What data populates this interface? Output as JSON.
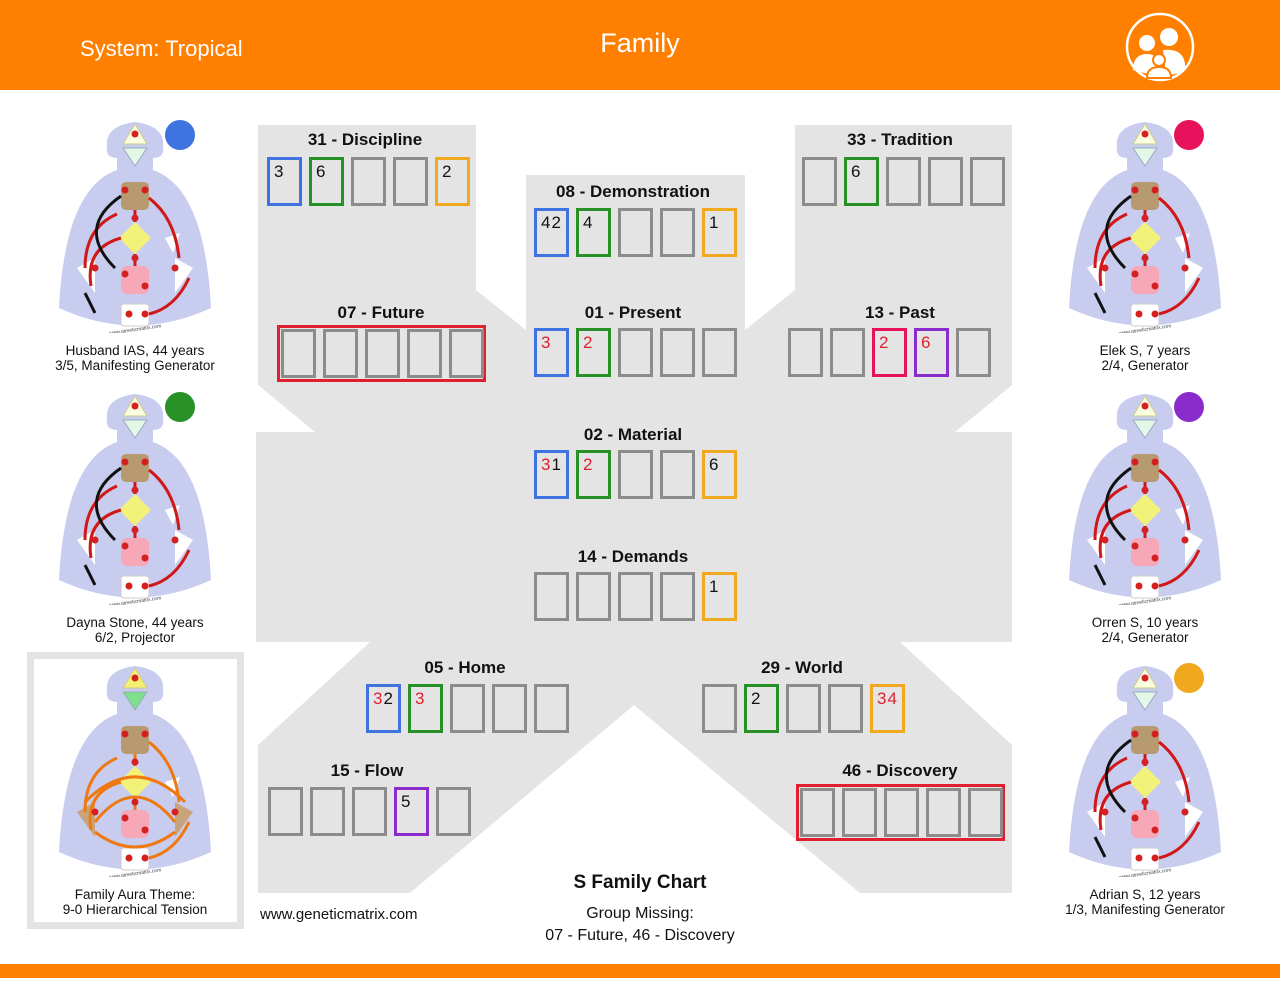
{
  "header": {
    "system": "System: Tropical",
    "title": "Family",
    "icon": "family-icon"
  },
  "colors": {
    "brand": "#ff8000",
    "blue": "#3f74e0",
    "green": "#279127",
    "orange": "#f0a81e",
    "pink": "#e8125c",
    "purple": "#8a2bcc",
    "red": "#e0202e",
    "gray": "#8c8c8c"
  },
  "groups": [
    {
      "label": "31 - Discipline",
      "missing": false,
      "cells": [
        {
          "c": "blue",
          "v": [
            [
              "3",
              0
            ]
          ]
        },
        {
          "c": "green",
          "v": [
            [
              "6",
              0
            ]
          ]
        },
        {
          "c": "gray",
          "v": []
        },
        {
          "c": "gray",
          "v": []
        },
        {
          "c": "orange",
          "v": [
            [
              "2",
              0
            ]
          ]
        }
      ]
    },
    {
      "label": "08 - Demonstration",
      "missing": false,
      "cells": [
        {
          "c": "blue",
          "v": [
            [
              "4",
              0
            ],
            [
              "2",
              0
            ]
          ]
        },
        {
          "c": "green",
          "v": [
            [
              "4",
              0
            ]
          ]
        },
        {
          "c": "gray",
          "v": []
        },
        {
          "c": "gray",
          "v": []
        },
        {
          "c": "orange",
          "v": [
            [
              "1",
              0
            ]
          ]
        }
      ]
    },
    {
      "label": "33 - Tradition",
      "missing": false,
      "cells": [
        {
          "c": "gray",
          "v": []
        },
        {
          "c": "green",
          "v": [
            [
              "6",
              0
            ]
          ]
        },
        {
          "c": "gray",
          "v": []
        },
        {
          "c": "gray",
          "v": []
        },
        {
          "c": "gray",
          "v": []
        }
      ]
    },
    {
      "label": "07 - Future",
      "missing": true,
      "cells": [
        {
          "c": "gray",
          "v": []
        },
        {
          "c": "gray",
          "v": []
        },
        {
          "c": "gray",
          "v": []
        },
        {
          "c": "gray",
          "v": []
        },
        {
          "c": "gray",
          "v": []
        }
      ]
    },
    {
      "label": "01 - Present",
      "missing": false,
      "cells": [
        {
          "c": "blue",
          "v": [
            [
              "3",
              1
            ]
          ]
        },
        {
          "c": "green",
          "v": [
            [
              "2",
              1
            ]
          ]
        },
        {
          "c": "gray",
          "v": []
        },
        {
          "c": "gray",
          "v": []
        },
        {
          "c": "gray",
          "v": []
        }
      ]
    },
    {
      "label": "13 - Past",
      "missing": false,
      "cells": [
        {
          "c": "gray",
          "v": []
        },
        {
          "c": "gray",
          "v": []
        },
        {
          "c": "pink",
          "v": [
            [
              "2",
              1
            ]
          ]
        },
        {
          "c": "purple",
          "v": [
            [
              "6",
              1
            ]
          ]
        },
        {
          "c": "gray",
          "v": []
        }
      ]
    },
    {
      "label": "02 - Material",
      "missing": false,
      "cells": [
        {
          "c": "blue",
          "v": [
            [
              "3",
              1
            ],
            [
              "1",
              0
            ]
          ]
        },
        {
          "c": "green",
          "v": [
            [
              "2",
              1
            ]
          ]
        },
        {
          "c": "gray",
          "v": []
        },
        {
          "c": "gray",
          "v": []
        },
        {
          "c": "orange",
          "v": [
            [
              "6",
              0
            ]
          ]
        }
      ]
    },
    {
      "label": "14 - Demands",
      "missing": false,
      "cells": [
        {
          "c": "gray",
          "v": []
        },
        {
          "c": "gray",
          "v": []
        },
        {
          "c": "gray",
          "v": []
        },
        {
          "c": "gray",
          "v": []
        },
        {
          "c": "orange",
          "v": [
            [
              "1",
              0
            ]
          ]
        }
      ]
    },
    {
      "label": "05 - Home",
      "missing": false,
      "cells": [
        {
          "c": "blue",
          "v": [
            [
              "3",
              1
            ],
            [
              "2",
              0
            ]
          ]
        },
        {
          "c": "green",
          "v": [
            [
              "3",
              1
            ]
          ]
        },
        {
          "c": "gray",
          "v": []
        },
        {
          "c": "gray",
          "v": []
        },
        {
          "c": "gray",
          "v": []
        }
      ]
    },
    {
      "label": "29 - World",
      "missing": false,
      "cells": [
        {
          "c": "gray",
          "v": []
        },
        {
          "c": "green",
          "v": [
            [
              "2",
              0
            ]
          ]
        },
        {
          "c": "gray",
          "v": []
        },
        {
          "c": "gray",
          "v": []
        },
        {
          "c": "orange",
          "v": [
            [
              "3",
              1
            ],
            [
              "4",
              1
            ]
          ]
        }
      ]
    },
    {
      "label": "15 - Flow",
      "missing": false,
      "cells": [
        {
          "c": "gray",
          "v": []
        },
        {
          "c": "gray",
          "v": []
        },
        {
          "c": "gray",
          "v": []
        },
        {
          "c": "purple",
          "v": [
            [
              "5",
              0
            ]
          ]
        },
        {
          "c": "gray",
          "v": []
        }
      ]
    },
    {
      "label": "46 - Discovery",
      "missing": true,
      "cells": [
        {
          "c": "gray",
          "v": []
        },
        {
          "c": "gray",
          "v": []
        },
        {
          "c": "gray",
          "v": []
        },
        {
          "c": "gray",
          "v": []
        },
        {
          "c": "gray",
          "v": []
        }
      ]
    }
  ],
  "people": [
    {
      "line1": "Husband IAS, 44 years",
      "line2": "3/5, Manifesting Generator",
      "color": "blue"
    },
    {
      "line1": "Dayna Stone, 44 years",
      "line2": "6/2, Projector",
      "color": "green"
    },
    {
      "line1": "Family Aura Theme:",
      "line2": "9-0 Hierarchical Tension",
      "color": null
    },
    {
      "line1": "Elek S, 7 years",
      "line2": "2/4, Generator",
      "color": "pink"
    },
    {
      "line1": "Orren S, 10 years",
      "line2": "2/4, Generator",
      "color": "purple"
    },
    {
      "line1": "Adrian S, 12 years",
      "line2": "1/3, Manifesting Generator",
      "color": "orange"
    }
  ],
  "summary": {
    "chart_title": "S Family Chart",
    "missing_label": "Group Missing:",
    "missing_list": "07 - Future, 46 - Discovery",
    "website": "www.geneticmatrix.com",
    "graph_watermark": "www.geneticmatrix.com"
  }
}
